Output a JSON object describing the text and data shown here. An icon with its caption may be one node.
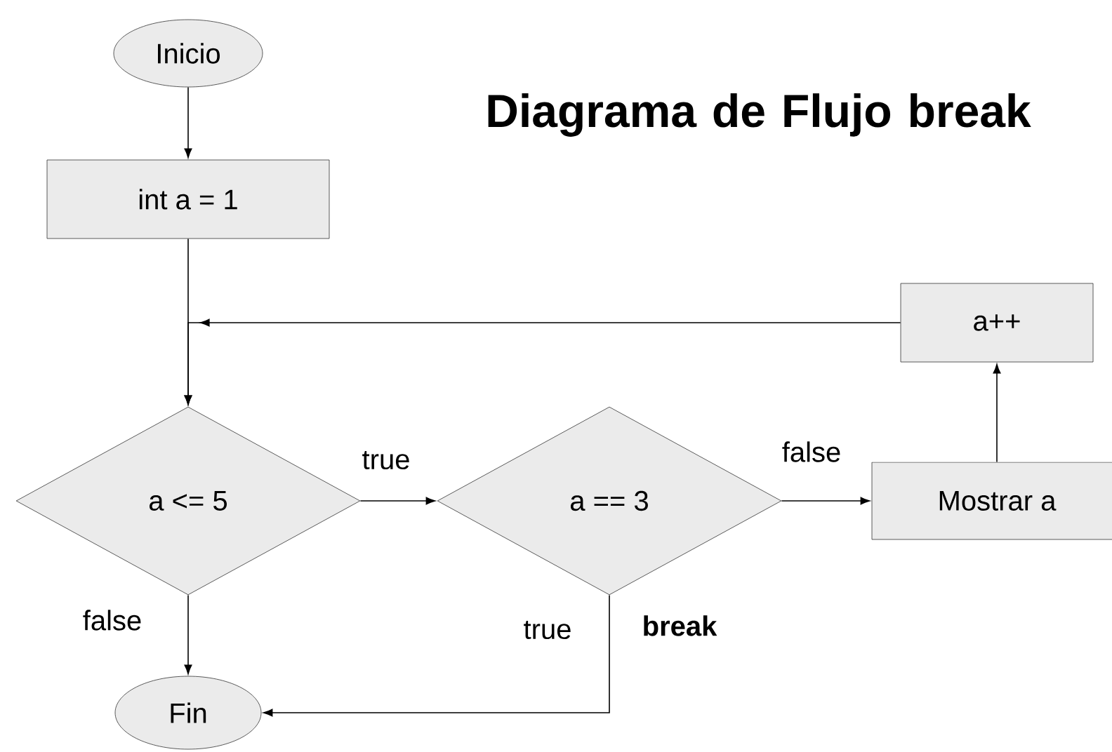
{
  "diagram": {
    "title": "Diagrama de Flujo break",
    "nodes": [
      {
        "text": [
          "Inicio"
        ]
      },
      {
        "text": [
          "int a = 1"
        ]
      },
      {
        "text": [
          "a++"
        ]
      },
      {
        "text": [
          "a <= 5"
        ]
      },
      {
        "text": [
          "a == 3"
        ]
      },
      {
        "text": [
          "Mostrar a"
        ]
      },
      {
        "text": [
          "Fin"
        ]
      }
    ],
    "edges": [
      {
        "from": 0,
        "to": 1,
        "arrow": "to"
      },
      {
        "from": 1,
        "to": 3,
        "arrow": "to"
      },
      {
        "from": 2,
        "to": 3,
        "arrow": "to"
      },
      {
        "from": 3,
        "to": 4,
        "arrow": "to",
        "label": "true"
      },
      {
        "from": 4,
        "to": 5,
        "arrow": "to",
        "label": "false"
      },
      {
        "from": 5,
        "to": 2,
        "arrow": "to"
      },
      {
        "from": 3,
        "to": 6,
        "arrow": "to",
        "label": "false"
      },
      {
        "from": 4,
        "to": 6,
        "arrow": "to",
        "label": "true"
      }
    ],
    "labels": [
      "break"
    ]
  }
}
